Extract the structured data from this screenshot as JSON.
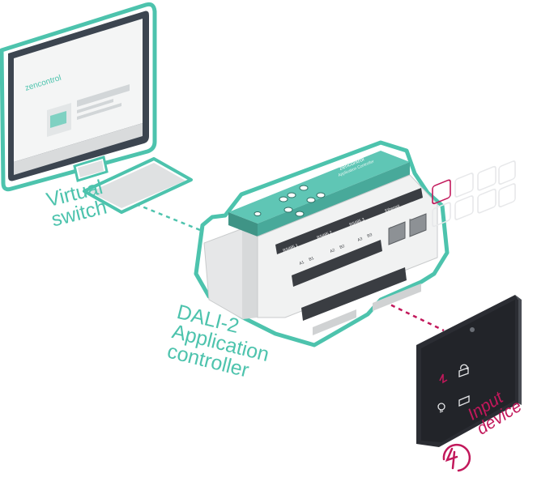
{
  "brand": {
    "name": "zencontrol",
    "device_subtitle": "Application Controller"
  },
  "screen": {
    "logo": "zencontrol",
    "panel_lines": [
      "",
      "",
      "",
      ""
    ]
  },
  "controller": {
    "port_labels": [
      "RS485 1",
      "RS485 2",
      "RS485 3",
      "Ethernet"
    ],
    "terminal_labels": [
      "A1",
      "B1",
      "A2",
      "B2",
      "A3",
      "B3"
    ],
    "numbers": [
      "1",
      "2"
    ]
  },
  "labels": {
    "virtual_switch": [
      "Virtual",
      "switch"
    ],
    "dali_controller": [
      "DALI-2",
      "Application",
      "controller"
    ],
    "input_device": [
      "Input",
      "device"
    ]
  },
  "colors": {
    "teal": "#4dc3ad",
    "device_teal": "#5fc6b5",
    "magenta": "#c2185b",
    "panel_dark": "#2b2d33",
    "screen_frame": "#3c4550"
  },
  "icons": [
    "monitor-icon",
    "keyboard-icon",
    "controller-icon",
    "touch-panel-icon",
    "dali-logo-icon",
    "lock-icon",
    "lightbulb-icon",
    "display-icon"
  ]
}
